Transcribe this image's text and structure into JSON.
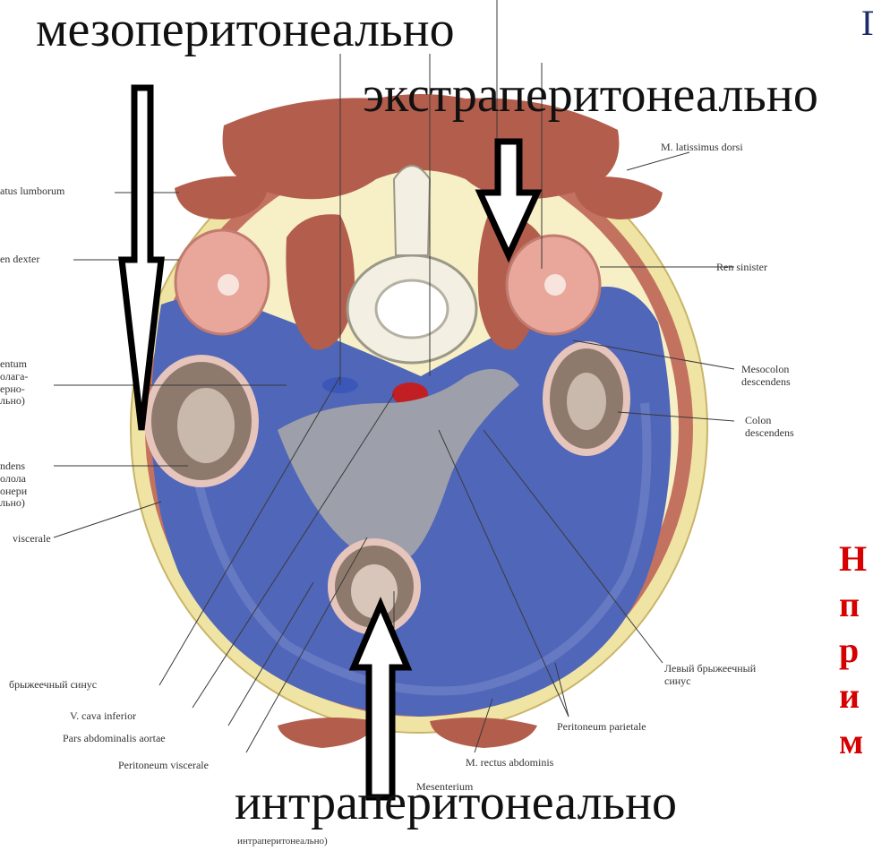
{
  "headings": {
    "meso": "мезоперитонеально",
    "extra": "экстраперитонеально",
    "intra": "интраперитонеально",
    "corner": "Г"
  },
  "red_text": [
    "Н",
    "п",
    "р",
    "и",
    "м"
  ],
  "labels_left": {
    "quadratus": "atus lumborum",
    "ren_dexter": "en dexter",
    "mesocolon_ascendens": [
      "entum",
      "олага-",
      "ерно-",
      "льно)"
    ],
    "colon_ascendens": [
      "ndens",
      "олола",
      "онери",
      "льно)"
    ],
    "visceral": "viscerale",
    "sinus_right": "брыжеечный синус",
    "vena_cava": "V. cava inferior",
    "aorta": "Pars abdominalis aortae",
    "peritoneum_viscerale": "Peritoneum viscerale"
  },
  "labels_right": {
    "latissimus": "M. latissimus dorsi",
    "ren_sinister": "Ren sinister",
    "mesocolon_descendens": [
      "Mesocolon",
      "descendens"
    ],
    "colon_descendens": [
      "Colon",
      "descendens"
    ],
    "sinus_left": [
      "Левый брыжеечный",
      "синус"
    ],
    "peritoneum_parietale": "Peritoneum parietale",
    "rectus": "M. rectus abdominis"
  },
  "labels_bottom": {
    "mesenterium": "Mesenterium",
    "intra_small": "интраперитонеально)"
  },
  "colors": {
    "muscle": "#b05a4a",
    "fat": "#f3e9a0",
    "cavity": "#4e63b3",
    "kidney": "#e6a59a",
    "bone": "#f2eee2",
    "arrow": "#000000",
    "red_text": "#d60000"
  }
}
